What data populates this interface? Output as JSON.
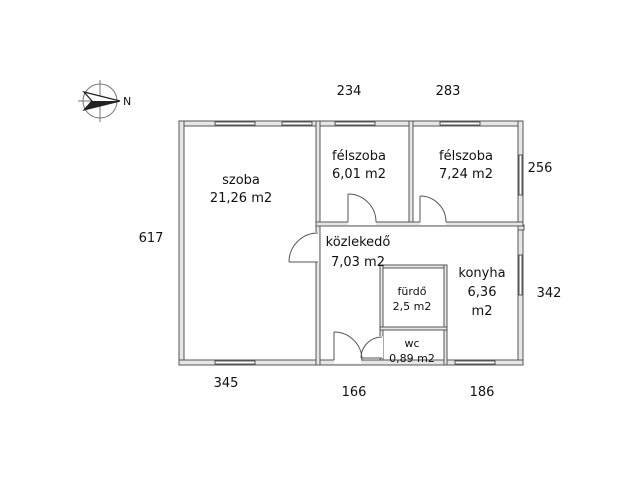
{
  "compass": {
    "label": "N",
    "icon": "compass-icon"
  },
  "rooms": {
    "szoba": {
      "name": "szoba",
      "area": "21,26 m2"
    },
    "felszoba1": {
      "name": "félszoba",
      "area": "6,01 m2"
    },
    "felszoba2": {
      "name": "félszoba",
      "area": "7,24 m2"
    },
    "kozlekedo": {
      "name": "közlekedő",
      "area": "7,03 m2"
    },
    "furdo": {
      "name": "fürdő",
      "area": "2,5 m2"
    },
    "konyha": {
      "name": "konyha",
      "area": "6,36",
      "unit": "m2"
    },
    "wc": {
      "name": "wc",
      "area": "0,89 m2"
    }
  },
  "dimensions": {
    "top_1": "234",
    "top_2": "283",
    "left": "617",
    "right_1": "256",
    "right_2": "342",
    "bottom_1": "345",
    "bottom_2": "166",
    "bottom_3": "186"
  },
  "colors": {
    "wall": "#555555",
    "wall_fill": "#e6e6e6",
    "door": "#555555"
  }
}
